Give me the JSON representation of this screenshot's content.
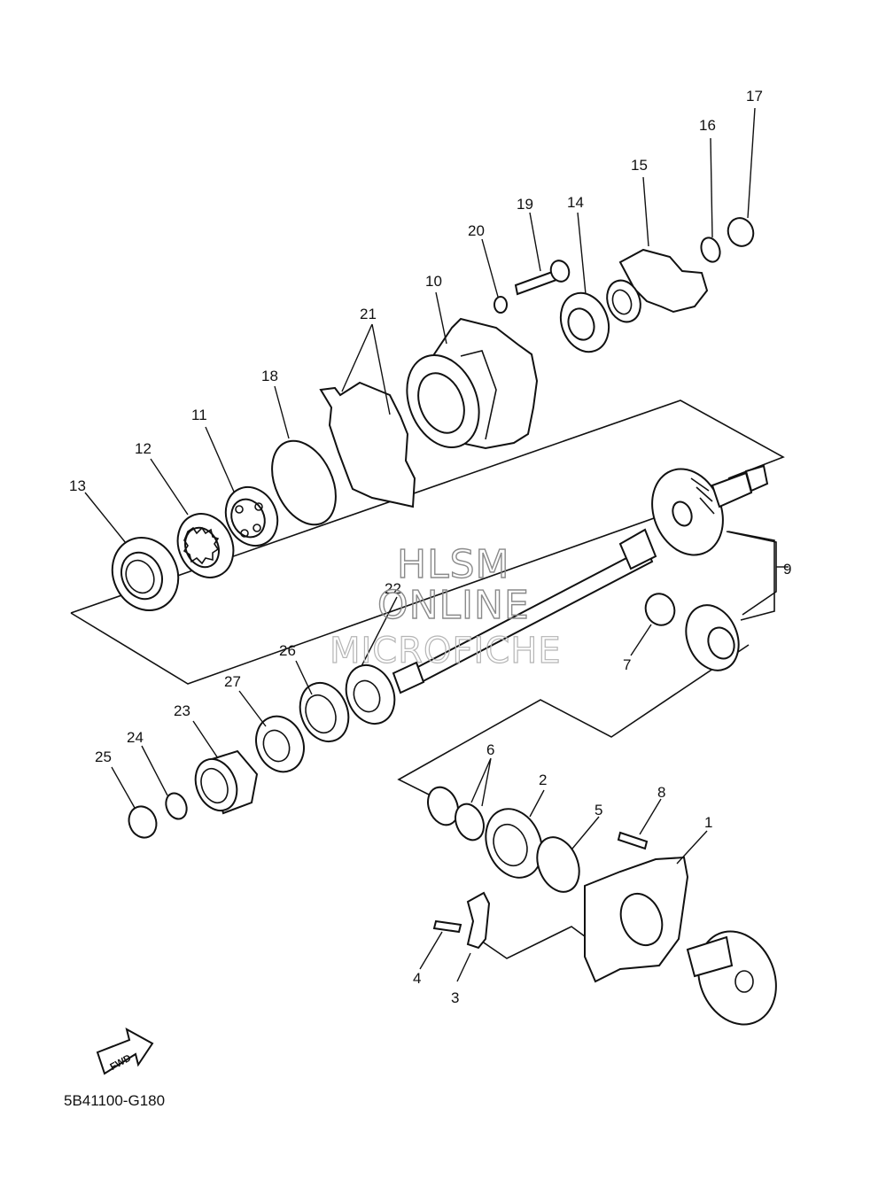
{
  "diagram": {
    "drawing_code": "5B41100-G180",
    "direction_label": "FWD",
    "watermark": [
      "HLSM",
      "ONLINE",
      "MICROFICHE"
    ],
    "callouts": [
      {
        "id": "1",
        "label": "1"
      },
      {
        "id": "2",
        "label": "2"
      },
      {
        "id": "3",
        "label": "3"
      },
      {
        "id": "4",
        "label": "4"
      },
      {
        "id": "5",
        "label": "5"
      },
      {
        "id": "6",
        "label": "6"
      },
      {
        "id": "7",
        "label": "7"
      },
      {
        "id": "8",
        "label": "8"
      },
      {
        "id": "9",
        "label": "9"
      },
      {
        "id": "10",
        "label": "10"
      },
      {
        "id": "11",
        "label": "11"
      },
      {
        "id": "12",
        "label": "12"
      },
      {
        "id": "13",
        "label": "13"
      },
      {
        "id": "14",
        "label": "14"
      },
      {
        "id": "15",
        "label": "15"
      },
      {
        "id": "16",
        "label": "16"
      },
      {
        "id": "17",
        "label": "17"
      },
      {
        "id": "18",
        "label": "18"
      },
      {
        "id": "19",
        "label": "19"
      },
      {
        "id": "20",
        "label": "20"
      },
      {
        "id": "21",
        "label": "21"
      },
      {
        "id": "22",
        "label": "22"
      },
      {
        "id": "23",
        "label": "23"
      },
      {
        "id": "24",
        "label": "24"
      },
      {
        "id": "25",
        "label": "25"
      },
      {
        "id": "26",
        "label": "26"
      },
      {
        "id": "27",
        "label": "27"
      }
    ]
  }
}
